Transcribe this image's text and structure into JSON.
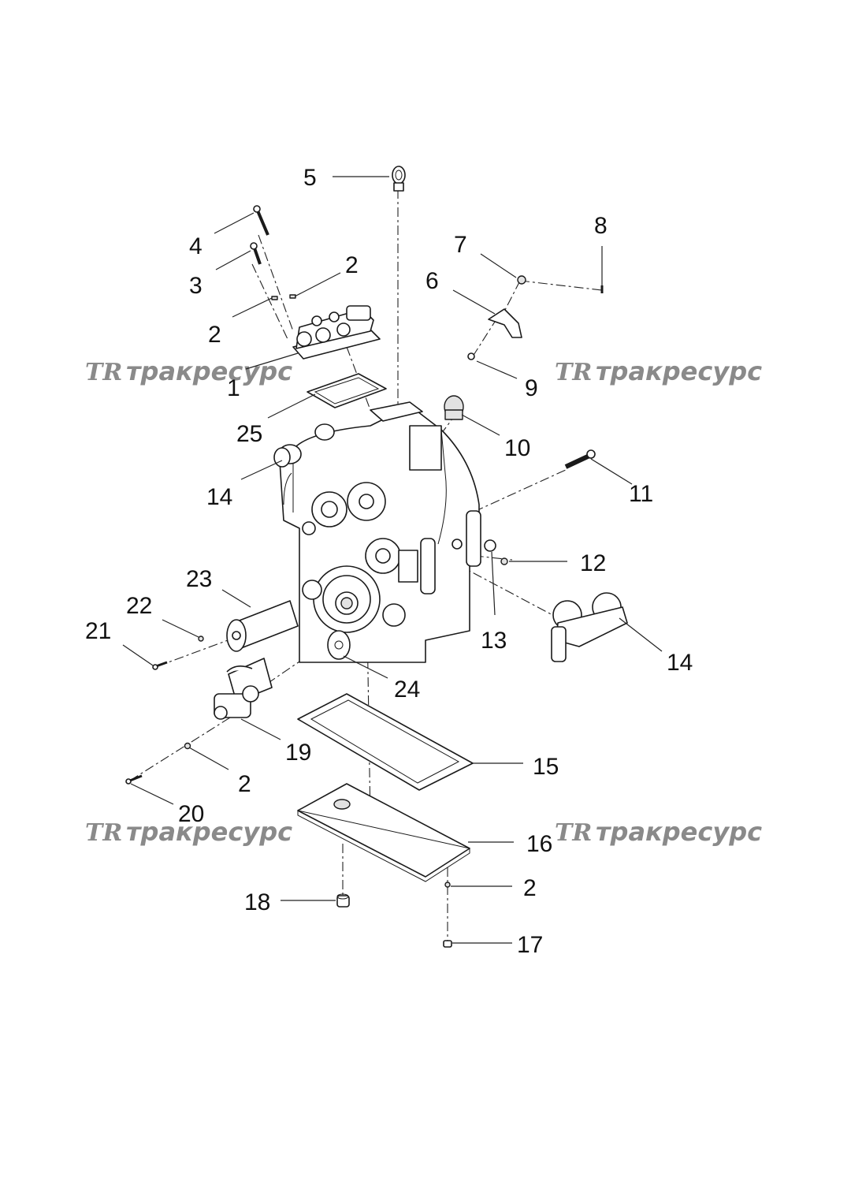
{
  "watermarks": [
    {
      "logo": "TR",
      "text": "тракресурс"
    },
    {
      "logo": "TR",
      "text": "тракресурс"
    },
    {
      "logo": "TR",
      "text": "тракресурс"
    },
    {
      "logo": "TR",
      "text": "тракресурс"
    }
  ],
  "callouts": [
    {
      "label": "5"
    },
    {
      "label": "4"
    },
    {
      "label": "3"
    },
    {
      "label": "2"
    },
    {
      "label": "2"
    },
    {
      "label": "7"
    },
    {
      "label": "8"
    },
    {
      "label": "6"
    },
    {
      "label": "1"
    },
    {
      "label": "9"
    },
    {
      "label": "25"
    },
    {
      "label": "10"
    },
    {
      "label": "14"
    },
    {
      "label": "11"
    },
    {
      "label": "12"
    },
    {
      "label": "23"
    },
    {
      "label": "22"
    },
    {
      "label": "21"
    },
    {
      "label": "13"
    },
    {
      "label": "14"
    },
    {
      "label": "24"
    },
    {
      "label": "19"
    },
    {
      "label": "15"
    },
    {
      "label": "2"
    },
    {
      "label": "20"
    },
    {
      "label": "16"
    },
    {
      "label": "2"
    },
    {
      "label": "18"
    },
    {
      "label": "17"
    }
  ]
}
